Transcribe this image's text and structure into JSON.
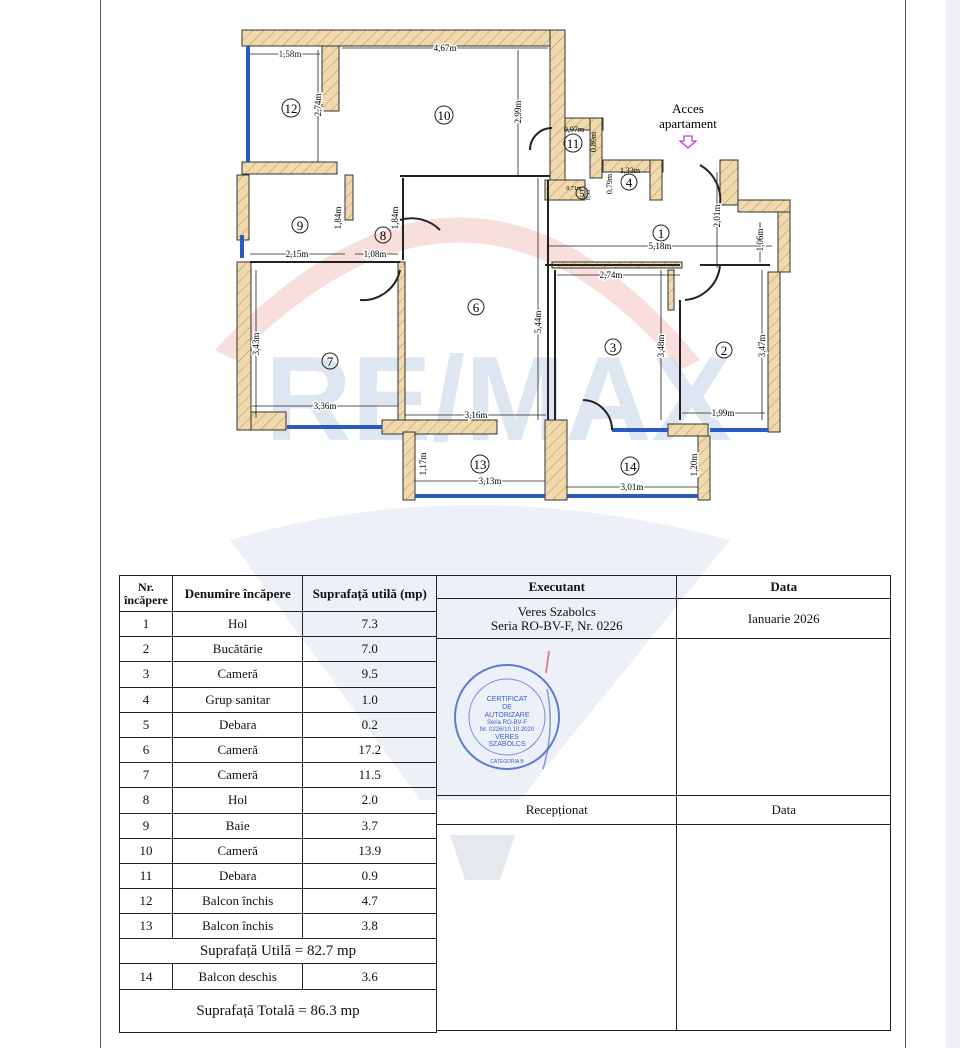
{
  "plan": {
    "access_label_line1": "Acces",
    "access_label_line2": "apartament",
    "access_arrow_color": "#c040d0",
    "watermark_text": "RE/MAX",
    "room_numbers": [
      "1",
      "2",
      "3",
      "4",
      "5",
      "6",
      "7",
      "8",
      "9",
      "10",
      "11",
      "12",
      "13",
      "14"
    ],
    "dimensions": {
      "d158": "1,58m",
      "d467": "4,67m",
      "d274v": "2,74m",
      "d299": "2,99m",
      "d097": "0,97m",
      "d089": "0,89m",
      "d133": "1,33m",
      "d079": "0,79m",
      "d071": "0,71m",
      "d035": "0,35",
      "d201": "2,01m",
      "d106": "1,06m",
      "d518": "5,18m",
      "d184a": "1,84m",
      "d184b": "1,84m",
      "d215": "2,15m",
      "d108": "1,08m",
      "d274h": "2,74m",
      "d544": "5,44m",
      "d343": "3,43m",
      "d348": "3,48m",
      "d347": "3,47m",
      "d336": "3,36m",
      "d316": "3,16m",
      "d199": "1,99m",
      "d117": "1,17m",
      "d120": "1,20m",
      "d313": "3,13m",
      "d301": "3,01m"
    }
  },
  "rooms_table": {
    "headers": [
      "Nr. încăpere",
      "Denumire încăpere",
      "Suprafață utilă (mp)"
    ],
    "rows": [
      {
        "nr": "1",
        "name": "Hol",
        "area": "7.3"
      },
      {
        "nr": "2",
        "name": "Bucătărie",
        "area": "7.0"
      },
      {
        "nr": "3",
        "name": "Cameră",
        "area": "9.5"
      },
      {
        "nr": "4",
        "name": "Grup sanitar",
        "area": "1.0"
      },
      {
        "nr": "5",
        "name": "Debara",
        "area": "0.2"
      },
      {
        "nr": "6",
        "name": "Cameră",
        "area": "17.2"
      },
      {
        "nr": "7",
        "name": "Cameră",
        "area": "11.5"
      },
      {
        "nr": "8",
        "name": "Hol",
        "area": "2.0"
      },
      {
        "nr": "9",
        "name": "Baie",
        "area": "3.7"
      },
      {
        "nr": "10",
        "name": "Cameră",
        "area": "13.9"
      },
      {
        "nr": "11",
        "name": "Debara",
        "area": "0.9"
      },
      {
        "nr": "12",
        "name": "Balcon închis",
        "area": "4.7"
      },
      {
        "nr": "13",
        "name": "Balcon închis",
        "area": "3.8"
      }
    ],
    "useful_total": "Suprafață Utilă = 82.7 mp",
    "extra_row": {
      "nr": "14",
      "name": "Balcon deschis",
      "area": "3.6"
    },
    "grand_total": "Suprafață Totală = 86.3 mp"
  },
  "exec_table": {
    "executant_header": "Executant",
    "date_header": "Data",
    "executant_name": "Veres Szabolcs",
    "executant_series": "Seria RO-BV-F, Nr. 0226",
    "executant_date": "Ianuarie 2026",
    "received_header": "Recepționat",
    "received_date_header": "Data",
    "stamp": {
      "color": "#3a5fc8",
      "lines": [
        "CERTIFICAT",
        "DE",
        "AUTORIZARE",
        "Seria RO-BV-F",
        "Nr. 0226/10.10.2020",
        "VERES",
        "SZABOLCS",
        "CATEGORIA B"
      ]
    }
  }
}
